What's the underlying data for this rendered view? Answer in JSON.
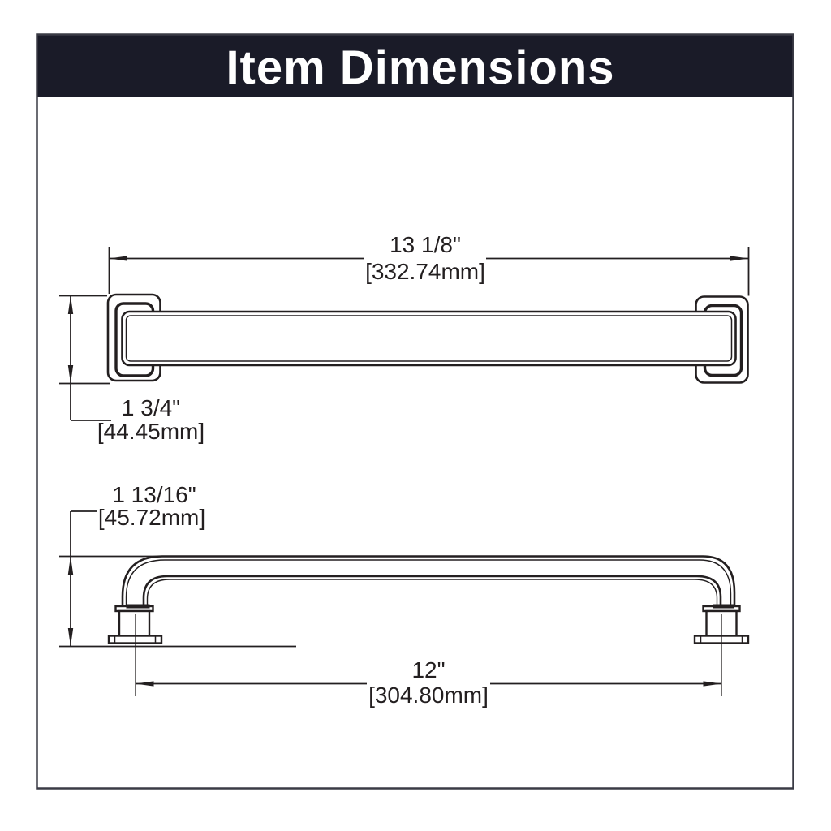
{
  "header": {
    "title": "Item Dimensions"
  },
  "colors": {
    "header_bg": "#1a1b28",
    "title_text": "#ffffff",
    "line": "#231f20",
    "text": "#231f20",
    "frame_border": "#3a3b45",
    "paper": "#ffffff"
  },
  "views": {
    "top": {
      "width": {
        "inches": "13 1/8\"",
        "mm": "[332.74mm]"
      },
      "height": {
        "inches": "1 3/4\"",
        "mm": "[44.45mm]"
      }
    },
    "side": {
      "height": {
        "inches": "1 13/16\"",
        "mm": "[45.72mm]"
      },
      "center_to_center": {
        "inches": "12\"",
        "mm": "[304.80mm]"
      }
    }
  }
}
